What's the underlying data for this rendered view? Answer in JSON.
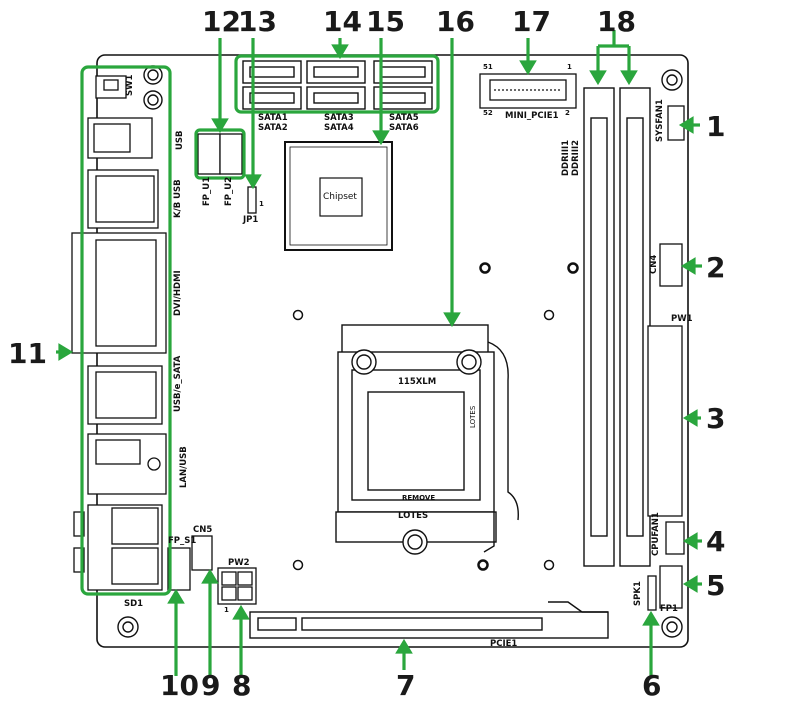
{
  "callouts": [
    "1",
    "2",
    "3",
    "4",
    "5",
    "6",
    "7",
    "8",
    "9",
    "10",
    "11",
    "12",
    "13",
    "14",
    "15",
    "16",
    "17",
    "18"
  ],
  "labels": {
    "sw1": "SW1",
    "usb": "USB",
    "kb_usb": "K/B USB",
    "dvi_hdmi": "DVI/HDMI",
    "usb_esata": "USB/e_SATA",
    "lan_usb": "LAN/USB",
    "sd1": "SD1",
    "fp_u1": "FP_U1",
    "fp_u2": "FP_U2",
    "jp1": "JP1",
    "sata1": "SATA1",
    "sata2": "SATA2",
    "sata3": "SATA3",
    "sata4": "SATA4",
    "sata5": "SATA5",
    "sata6": "SATA6",
    "chipset": "Chipset",
    "mini_pcie": "MINI_PCIE1",
    "pin51": "51",
    "pin1": "1",
    "pin52": "52",
    "pin2": "2",
    "ddr1": "DDRIII1",
    "ddr2": "DDRIII2",
    "sysfan": "SYSFAN1",
    "cn4": "CN4",
    "pw1": "PW1",
    "cpufan": "CPUFAN1",
    "spk": "SPK1",
    "fp1": "FP1",
    "pcie": "PCIE1",
    "pw2": "PW2",
    "cn5": "CN5",
    "fps1": "FP_S1",
    "socket": "115XLM",
    "lotes": "LOTES",
    "lotes_small": "LOTES",
    "remove": "REMOVE",
    "one": "1"
  },
  "colors": {
    "highlight": "#2aa63d",
    "board_line": "#111111",
    "text": "#1a1a1a"
  }
}
